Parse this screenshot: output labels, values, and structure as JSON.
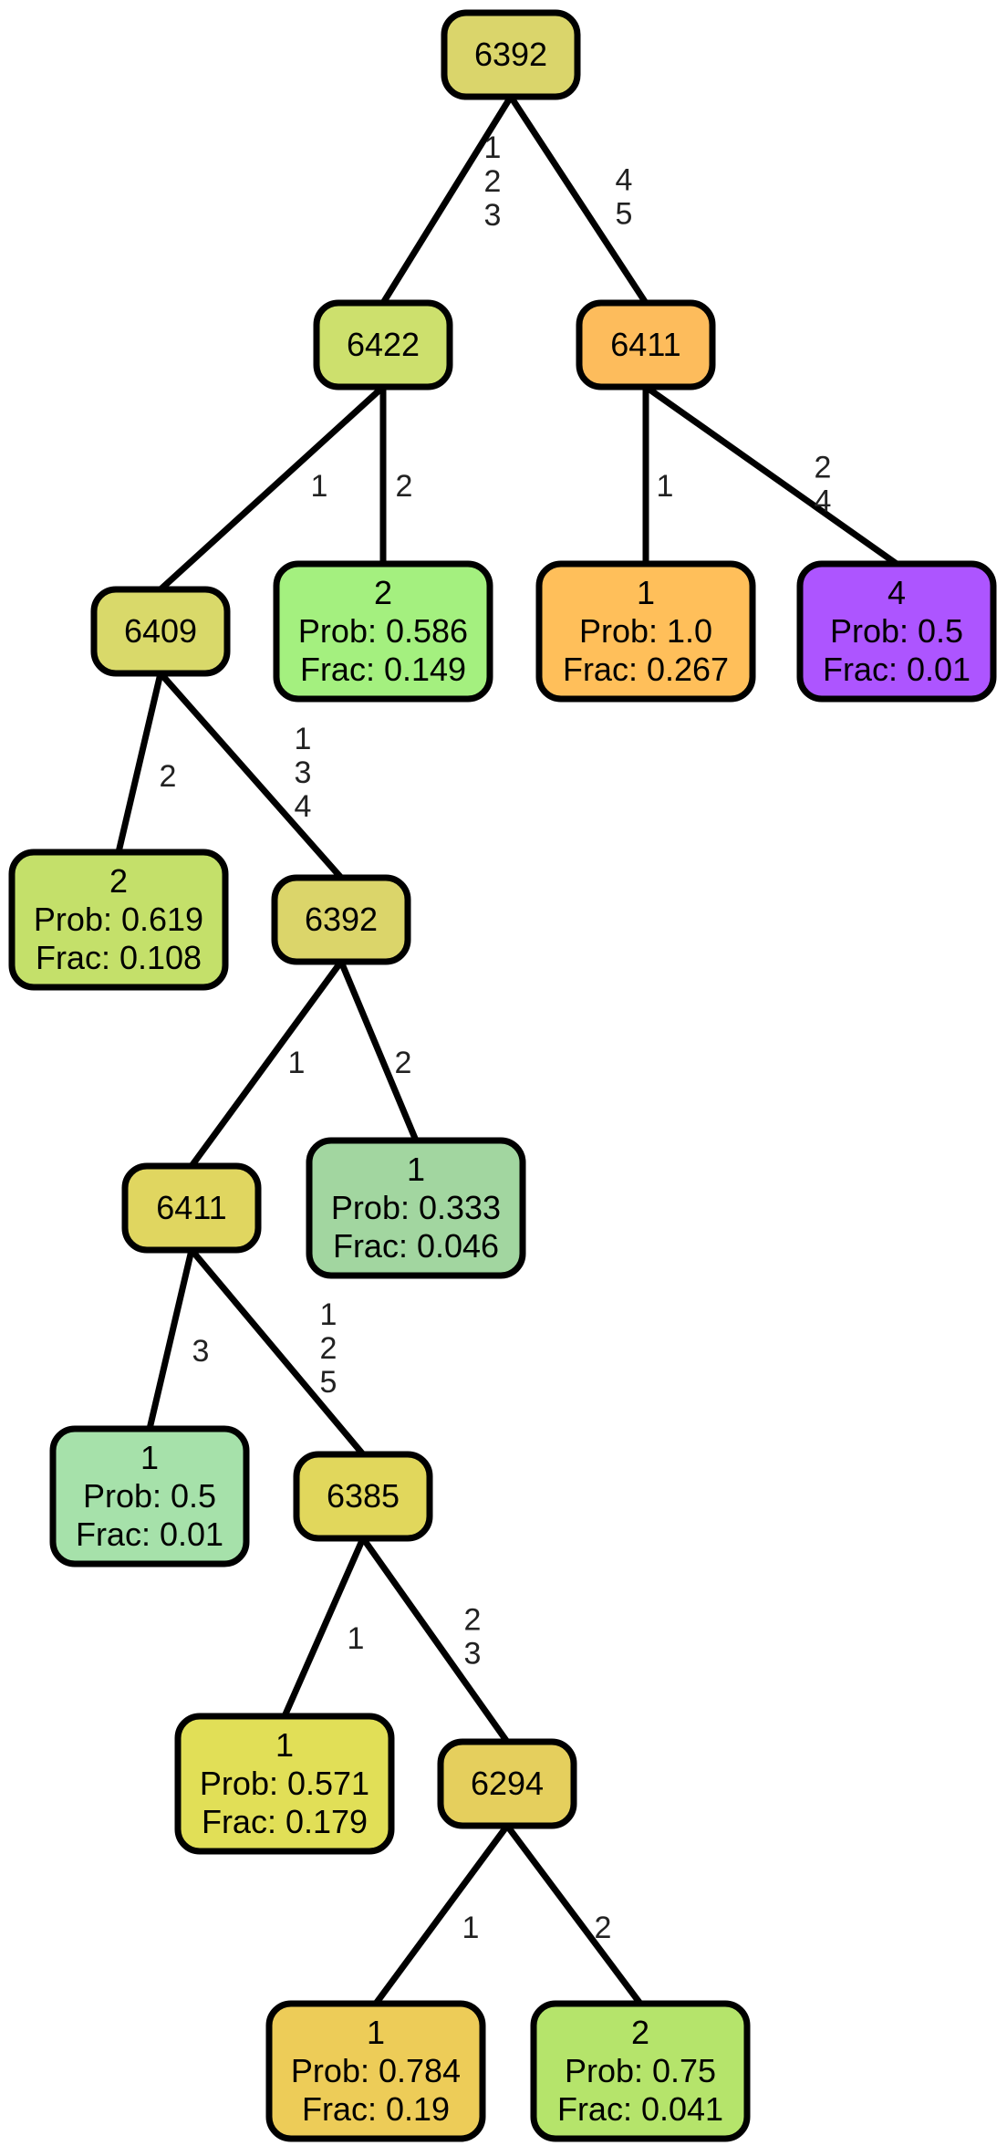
{
  "nodes": [
    {
      "id": "n0",
      "lines": [
        "6392"
      ],
      "color": "#dad56b"
    },
    {
      "id": "n1",
      "lines": [
        "6422"
      ],
      "color": "#cde06d"
    },
    {
      "id": "n2",
      "lines": [
        "6411"
      ],
      "color": "#fdbc5c"
    },
    {
      "id": "n3",
      "lines": [
        "6409"
      ],
      "color": "#d9d96a"
    },
    {
      "id": "n4",
      "lines": [
        "2",
        "Prob: 0.586",
        "Frac: 0.149"
      ],
      "color": "#a4f07f"
    },
    {
      "id": "n5",
      "lines": [
        "1",
        "Prob: 1.0",
        "Frac: 0.267"
      ],
      "color": "#ffbf5a"
    },
    {
      "id": "n6",
      "lines": [
        "4",
        "Prob: 0.5",
        "Frac: 0.01"
      ],
      "color": "#ad55ff"
    },
    {
      "id": "n7",
      "lines": [
        "2",
        "Prob: 0.619",
        "Frac: 0.108"
      ],
      "color": "#c4e06a"
    },
    {
      "id": "n8",
      "lines": [
        "6392"
      ],
      "color": "#dbd56a"
    },
    {
      "id": "n9",
      "lines": [
        "6411"
      ],
      "color": "#e0d660"
    },
    {
      "id": "n10",
      "lines": [
        "1",
        "Prob: 0.333",
        "Frac: 0.046"
      ],
      "color": "#a2d6a0"
    },
    {
      "id": "n11",
      "lines": [
        "1",
        "Prob: 0.5",
        "Frac: 0.01"
      ],
      "color": "#a6e1aa"
    },
    {
      "id": "n12",
      "lines": [
        "6385"
      ],
      "color": "#e1d75c"
    },
    {
      "id": "n13",
      "lines": [
        "1",
        "Prob: 0.571",
        "Frac: 0.179"
      ],
      "color": "#e1df57"
    },
    {
      "id": "n14",
      "lines": [
        "6294"
      ],
      "color": "#e5cf5d"
    },
    {
      "id": "n15",
      "lines": [
        "1",
        "Prob: 0.784",
        "Frac: 0.19"
      ],
      "color": "#edcc58"
    },
    {
      "id": "n16",
      "lines": [
        "2",
        "Prob: 0.75",
        "Frac: 0.041"
      ],
      "color": "#b5e46b"
    }
  ],
  "edges": [
    {
      "id": "e0",
      "from": "n0",
      "to": "n1",
      "label": [
        "1",
        "2",
        "3"
      ]
    },
    {
      "id": "e1",
      "from": "n0",
      "to": "n2",
      "label": [
        "4",
        "5"
      ]
    },
    {
      "id": "e2",
      "from": "n1",
      "to": "n3",
      "label": [
        "1"
      ]
    },
    {
      "id": "e3",
      "from": "n1",
      "to": "n4",
      "label": [
        "2"
      ]
    },
    {
      "id": "e4",
      "from": "n2",
      "to": "n5",
      "label": [
        "1"
      ]
    },
    {
      "id": "e5",
      "from": "n2",
      "to": "n6",
      "label": [
        "2",
        "4"
      ]
    },
    {
      "id": "e6",
      "from": "n3",
      "to": "n7",
      "label": [
        "2"
      ]
    },
    {
      "id": "e7",
      "from": "n3",
      "to": "n8",
      "label": [
        "1",
        "3",
        "4"
      ]
    },
    {
      "id": "e8",
      "from": "n8",
      "to": "n9",
      "label": [
        "1"
      ]
    },
    {
      "id": "e9",
      "from": "n8",
      "to": "n10",
      "label": [
        "2"
      ]
    },
    {
      "id": "e10",
      "from": "n9",
      "to": "n11",
      "label": [
        "3"
      ]
    },
    {
      "id": "e11",
      "from": "n9",
      "to": "n12",
      "label": [
        "1",
        "2",
        "5"
      ]
    },
    {
      "id": "e12",
      "from": "n12",
      "to": "n13",
      "label": [
        "1"
      ]
    },
    {
      "id": "e13",
      "from": "n12",
      "to": "n14",
      "label": [
        "2",
        "3"
      ]
    },
    {
      "id": "e14",
      "from": "n14",
      "to": "n15",
      "label": [
        "1"
      ]
    },
    {
      "id": "e15",
      "from": "n14",
      "to": "n16",
      "label": [
        "2"
      ]
    }
  ]
}
